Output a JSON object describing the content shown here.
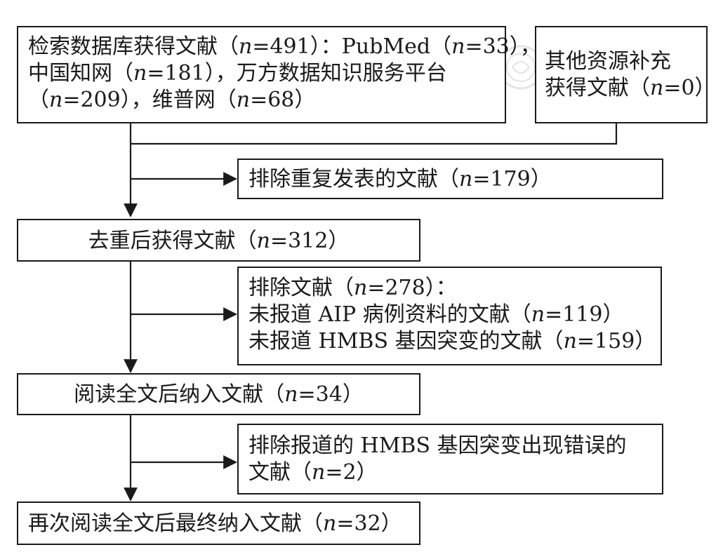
{
  "boxes": {
    "search": {
      "line1": "检索数据库获得文献（n=491）：PubMed（n=33），",
      "line2": "中国知网（n=181），万方数据知识服务平台",
      "line3": "（n=209），维普网（n=68）"
    },
    "other_sources": {
      "line1": "其他资源补充",
      "line2": "获得文献（n=0）"
    },
    "exclude_duplicates": "排除重复发表的文献（n=179）",
    "after_dedup": "去重后获得文献（n=312）",
    "exclude_278": {
      "line1": "排除文献（n=278）：",
      "line2": "未报道 AIP 病例资料的文献（n=119）",
      "line3": "未报道 HMBS 基因突变的文献（n=159）"
    },
    "fulltext_included": "阅读全文后纳入文献（n=34）",
    "exclude_errors": {
      "line1": "排除报道的 HMBS 基因突变出现错误的",
      "line2": "文献（n=2）"
    },
    "final_included": "再次阅读全文后最终纳入文献（n=32）"
  },
  "colors": {
    "stroke": "#1a1a1a",
    "background": "#ffffff"
  }
}
